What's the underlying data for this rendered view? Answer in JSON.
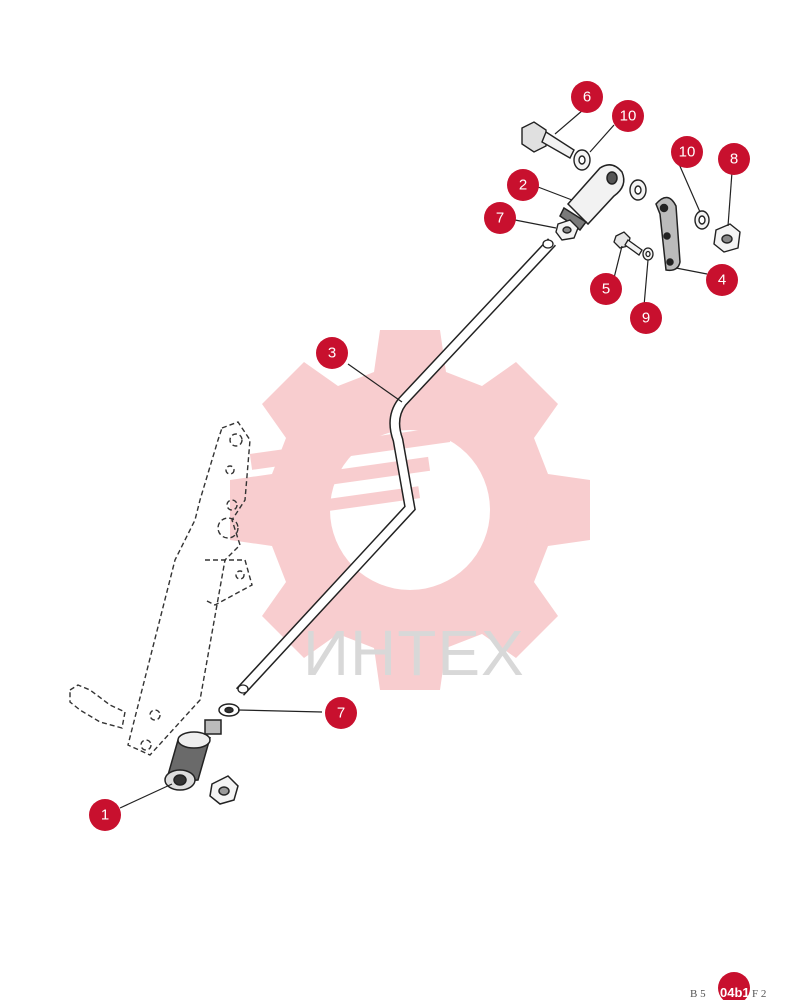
{
  "watermark": {
    "text": "ИНТЕХ",
    "gear_color": "#f4a6a8",
    "text_color": "#d8d8d8"
  },
  "callout_color": "#c8102e",
  "callouts": [
    {
      "label": "1"
    },
    {
      "label": "2"
    },
    {
      "label": "3"
    },
    {
      "label": "4"
    },
    {
      "label": "5"
    },
    {
      "label": "6"
    },
    {
      "label": "7"
    },
    {
      "label": "7"
    },
    {
      "label": "8"
    },
    {
      "label": "9"
    },
    {
      "label": "10"
    },
    {
      "label": "10"
    }
  ],
  "drawing_code": {
    "prefix": "B 5",
    "number": "04b1",
    "suffix": "F 2"
  }
}
